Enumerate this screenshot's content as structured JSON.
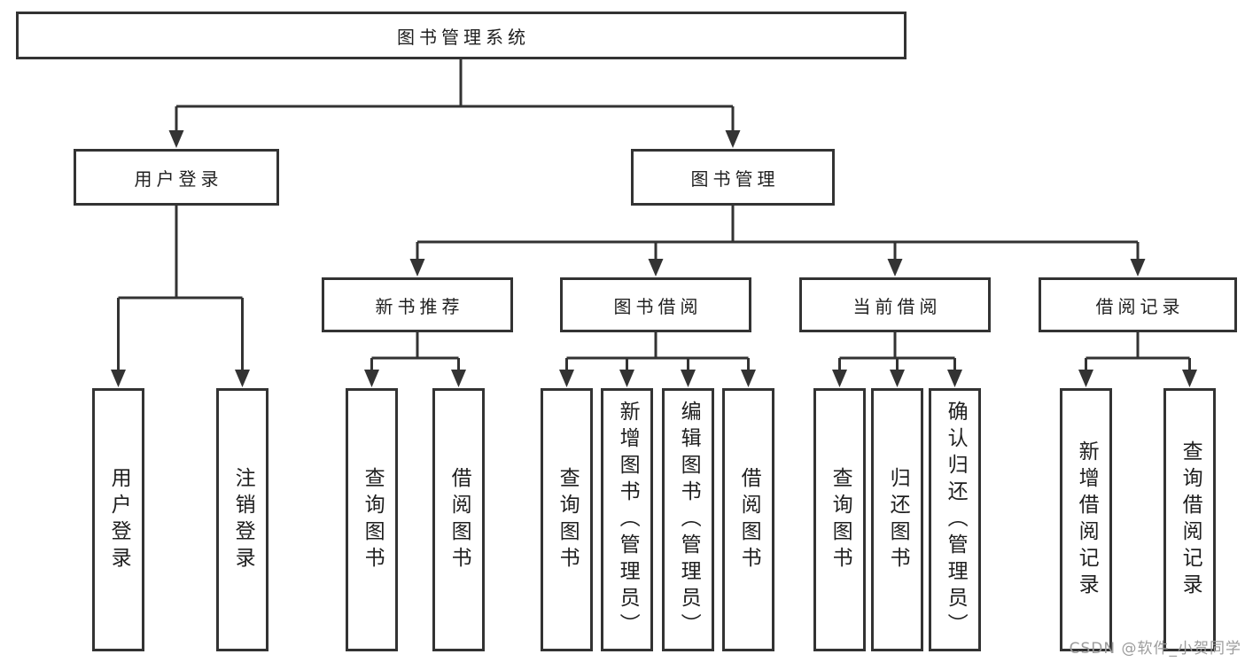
{
  "diagram": {
    "root": {
      "label": "图书管理系统"
    },
    "level2": [
      {
        "label": "用户登录"
      },
      {
        "label": "图书管理"
      }
    ],
    "level3": [
      {
        "label": "新书推荐"
      },
      {
        "label": "图书借阅"
      },
      {
        "label": "当前借阅"
      },
      {
        "label": "借阅记录"
      }
    ],
    "leaves": {
      "user_login": [
        "用户登录",
        "注销登录"
      ],
      "new_book_rec": [
        "查询图书",
        "借阅图书"
      ],
      "book_borrow": [
        "查询图书",
        "新增图书（管理员）",
        "编辑图书（管理员）",
        "借阅图书"
      ],
      "current_borrow": [
        "查询图书",
        "归还图书",
        "确认归还（管理员）"
      ],
      "borrow_records": [
        "新增借阅记录",
        "查询借阅记录"
      ]
    }
  },
  "watermark": {
    "text": "CSDN @软件_小贺同学"
  },
  "colors": {
    "line": "#333333",
    "text": "#1f1f1f",
    "watermark": "#9c9c9c",
    "background": "#ffffff"
  }
}
